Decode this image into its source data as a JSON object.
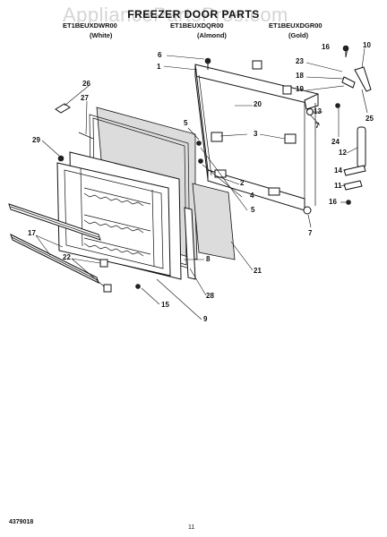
{
  "header": {
    "title": "FREEZER DOOR PARTS",
    "watermark": "AppliancePartsPros.com",
    "models": [
      {
        "model": "ET1BEUXDWR00",
        "color": "(White)"
      },
      {
        "model": "ET1BEUXDQR00",
        "color": "(Almond)"
      },
      {
        "model": "ET1BEUXDGR00",
        "color": "(Gold)"
      }
    ]
  },
  "callouts": [
    "1",
    "2",
    "3",
    "4",
    "5",
    "6",
    "7",
    "8",
    "9",
    "10",
    "11",
    "12",
    "13",
    "14",
    "15",
    "16",
    "17",
    "18",
    "19",
    "20",
    "21",
    "22",
    "23",
    "24",
    "25",
    "26",
    "27",
    "28",
    "29"
  ],
  "labels": {
    "c6": "6",
    "c1": "1",
    "c26": "26",
    "c27": "27",
    "c29": "29",
    "c5a": "5",
    "c3": "3",
    "c2": "2",
    "c4": "4",
    "c5b": "5",
    "c7b": "7",
    "c16a": "16",
    "c10": "10",
    "c23": "23",
    "c18": "18",
    "c19": "19",
    "c13": "13",
    "c7a": "7",
    "c24": "24",
    "c25": "25",
    "c12": "12",
    "c14": "14",
    "c11": "11",
    "c16b": "16",
    "c20": "20",
    "c21": "21",
    "c8": "8",
    "c28": "28",
    "c15": "15",
    "c9": "9",
    "c17": "17",
    "c22": "22"
  },
  "footer": {
    "doc_number": "4379018",
    "page": "11"
  }
}
